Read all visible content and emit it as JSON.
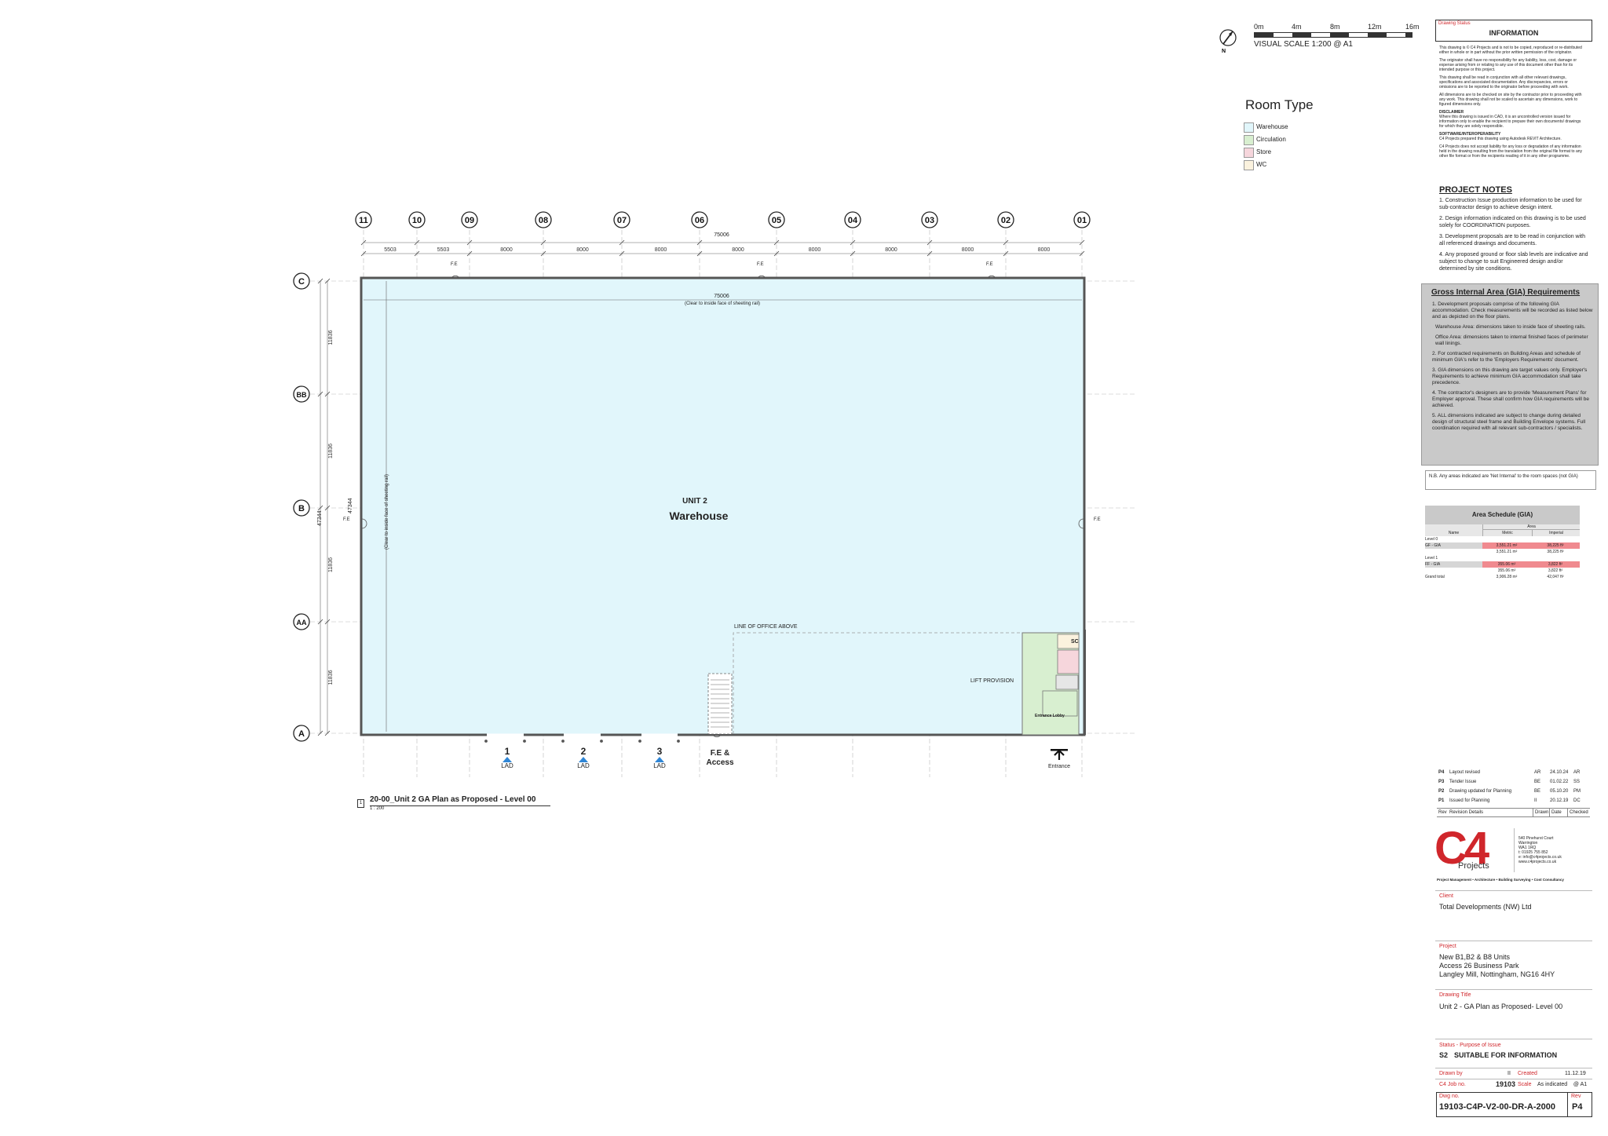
{
  "scale_bar": {
    "ticks": [
      "0m",
      "4m",
      "8m",
      "12m",
      "16m"
    ],
    "label": "VISUAL SCALE 1:200  @ A1"
  },
  "legend": {
    "title": "Room Type",
    "items": [
      {
        "label": "Warehouse",
        "color": "#e1f6fb"
      },
      {
        "label": "Circulation",
        "color": "#d8efd0"
      },
      {
        "label": "Store",
        "color": "#f6d6dc"
      },
      {
        "label": "WC",
        "color": "#fbf2de"
      }
    ]
  },
  "plan": {
    "unit_label": "UNIT 2",
    "room_label": "Warehouse",
    "grid_columns": [
      "11",
      "10",
      "09",
      "08",
      "07",
      "06",
      "05",
      "04",
      "03",
      "02",
      "01"
    ],
    "grid_rows": [
      "C",
      "BB",
      "B",
      "AA",
      "A"
    ],
    "overall_dimension": "75006",
    "column_dimensions": [
      "5503",
      "5503",
      "8000",
      "8000",
      "8000",
      "8000",
      "8000",
      "8000",
      "8000",
      "8000"
    ],
    "internal_dimension": "75006",
    "internal_dimension_note": "(Clear to inside face of sheeting rail)",
    "vertical_internal_dimension": "47344",
    "vertical_internal_note": "(Clear to inside face of sheeting rail)",
    "row_dimensions": [
      "11836",
      "11836",
      "11836",
      "11836"
    ],
    "overall_vertical_dimension": "47344",
    "fire_exit_labels": [
      "F.E",
      "F.E",
      "F.E",
      "F.E",
      "F.E"
    ],
    "line_of_office": "LINE OF OFFICE ABOVE",
    "lift_label": "LIFT PROVISION",
    "store_tag": "SC",
    "entrance_lobby": "Entrance Lobby",
    "entrance": "Entrance",
    "lad_doors": [
      {
        "number": "1",
        "label": "LAD"
      },
      {
        "number": "2",
        "label": "LAD"
      },
      {
        "number": "3",
        "label": "LAD"
      }
    ],
    "fe_access": "F.E &\nAccess",
    "view_title": "20-00_Unit 2 GA Plan as Proposed - Level 00",
    "view_number": "1",
    "view_scale": "1 : 200"
  },
  "title_block": {
    "drawing_status_label": "Drawing Status",
    "drawing_status": "INFORMATION",
    "info_paragraphs": [
      "This drawing is © C4 Projects and is not to be copied, reproduced or re-distributed either in whole or in part without the prior written permission of the originator.",
      "The originator shall have no responsibility for any liability, loss, cost, damage or expense arising from or relating to any use of this document other than for its intended purpose or this project.",
      "This drawing shall be read in conjunction with all other relevant drawings, specifications and associated documentation. Any discrepancies, errors or omissions are to be reported to the originator before proceeding with work.",
      "All dimensions are to be checked on site by the contractor prior to proceeding with any work. This drawing shall not be scaled to ascertain any dimensions, work to figured dimensions only."
    ],
    "disclaimer_title": "DISCLAIMER",
    "disclaimer_text": "Where this drawing is issued in CAD, it is an uncontrolled version issued for information only to enable the recipient to prepare their own documents/ drawings for which they are solely responsible.",
    "software_title": "SOFTWARE/INTEROPERABILITY",
    "software_text": "C4 Projects prepared this drawing using Autodesk REVIT Architecture.",
    "software_text2": "C4 Projects does not accept liability for any loss or degradation of any information held in the drawing resulting from the translation from the original file format to any other file format or from the recipients reading of it in any other programme.",
    "project_notes_title": "PROJECT NOTES",
    "project_notes": [
      "1. Construction Issue production information to be used for sub-contractor design to achieve design intent.",
      "2. Design information indicated on this drawing is to be used solely for COORDINATION purposes.",
      "3. Development proposals are to be read in conjunction with all referenced drawings and documents.",
      "4. Any proposed ground or floor slab levels are indicative and subject to change to suit Engineered design and/or determined by site conditions."
    ],
    "gia_title": "Gross Internal Area (GIA) Requirements",
    "gia_notes": [
      "1. Development proposals comprise of the following GIA accommodation. Check measurements will be recorded as listed below and as depicted on the floor plans.",
      "Warehouse Area: dimensions taken to inside face of  sheeting rails.",
      "Office Area: dimensions taken to internal finished faces of perimeter wall linings.",
      "2. For contracted requirements on Building Areas and schedule of minimum GIA's refer to the 'Employers Requirements' document.",
      "3. GIA dimensions on this drawing are target values only. Employer's Requirements to achieve minimum GIA accommodation shall take precedence.",
      "4. The contractor's designers are to provide 'Measurement Plans' for Employer approval. These shall confirm how GIA requirements will be achieved.",
      "5. ALL dimensions indicated are subject to change during detailed design of structural steel frame and Building Envelope systems. Full coordination required with all relevant sub-contractors / specialists."
    ],
    "nb_note": "N.B. Any areas indicated are 'Net Internal' to the room spaces (not GIA)",
    "area_schedule": {
      "title": "Area Schedule (GIA)",
      "area_header": "Area",
      "columns": [
        "Name",
        "Metric",
        "Imperial"
      ],
      "rows": [
        {
          "name": "Level 0",
          "metric": "",
          "imperial": "",
          "type": "level"
        },
        {
          "name": "GF - GIA",
          "metric": "3,551.21 m²",
          "imperial": "38,225 ft²",
          "type": "hl"
        },
        {
          "name": "",
          "metric": "3,551.21 m²",
          "imperial": "38,225 ft²",
          "type": "sub"
        },
        {
          "name": "Level 1",
          "metric": "",
          "imperial": "",
          "type": "level"
        },
        {
          "name": "FF - GIA",
          "metric": "355.06 m²",
          "imperial": "3,822 ft²",
          "type": "hl"
        },
        {
          "name": "",
          "metric": "355.06 m²",
          "imperial": "3,822 ft²",
          "type": "sub"
        },
        {
          "name": "Grand total",
          "metric": "3,906.28 m²",
          "imperial": "42,047 ft²",
          "type": "total"
        }
      ]
    },
    "revisions": [
      {
        "rev": "P4",
        "details": "Layout revised",
        "drawn": "AR",
        "date": "24.10.24",
        "checked": "AR"
      },
      {
        "rev": "P3",
        "details": "Tender Issue",
        "drawn": "BE",
        "date": "01.02.22",
        "checked": "SS"
      },
      {
        "rev": "P2",
        "details": "Drawing updated for Planning",
        "drawn": "BE",
        "date": "05.10.20",
        "checked": "PM"
      },
      {
        "rev": "P1",
        "details": "Issued for Planning",
        "drawn": "II",
        "date": "20.12.19",
        "checked": "DC"
      }
    ],
    "revision_headers": [
      "Rev",
      "Revision Details",
      "Drawn",
      "Date",
      "Checked"
    ],
    "company": {
      "logo_text": "C4",
      "logo_sub": "Projects",
      "address": [
        "540 Pinehurst Court",
        "Warrington",
        "WA1 1RQ",
        "t: 01925 755 852",
        "e: info@c4projects.co.uk",
        "www.c4projects.co.uk"
      ],
      "services": "Project Management • Architecture • Building Surveying • Cost Consultancy"
    },
    "client_label": "Client",
    "client": "Total Developments (NW) Ltd",
    "project_label": "Project",
    "project_lines": [
      "New B1,B2 & B8 Units",
      "Access 26 Business Park",
      "Langley Mill, Nottingham, NG16 4HY"
    ],
    "drawing_title_label": "Drawing Title",
    "drawing_title": "Unit 2 - GA Plan as Proposed- Level 00",
    "status_label": "Status - Purpose of Issue",
    "status_code": "S2",
    "status_text": "SUITABLE FOR INFORMATION",
    "drawn_by_label": "Drawn by",
    "drawn_by": "II",
    "created_label": "Created",
    "created": "11.12.19",
    "job_no_label": "C4 Job no.",
    "job_no": "19103",
    "scale_label": "Scale",
    "scale": "As indicated    @ A1",
    "dwg_no_label": "Dwg no.",
    "dwg_no": "19103-C4P-V2-00-DR-A-2000",
    "rev_label": "Rev",
    "rev": "P4"
  }
}
